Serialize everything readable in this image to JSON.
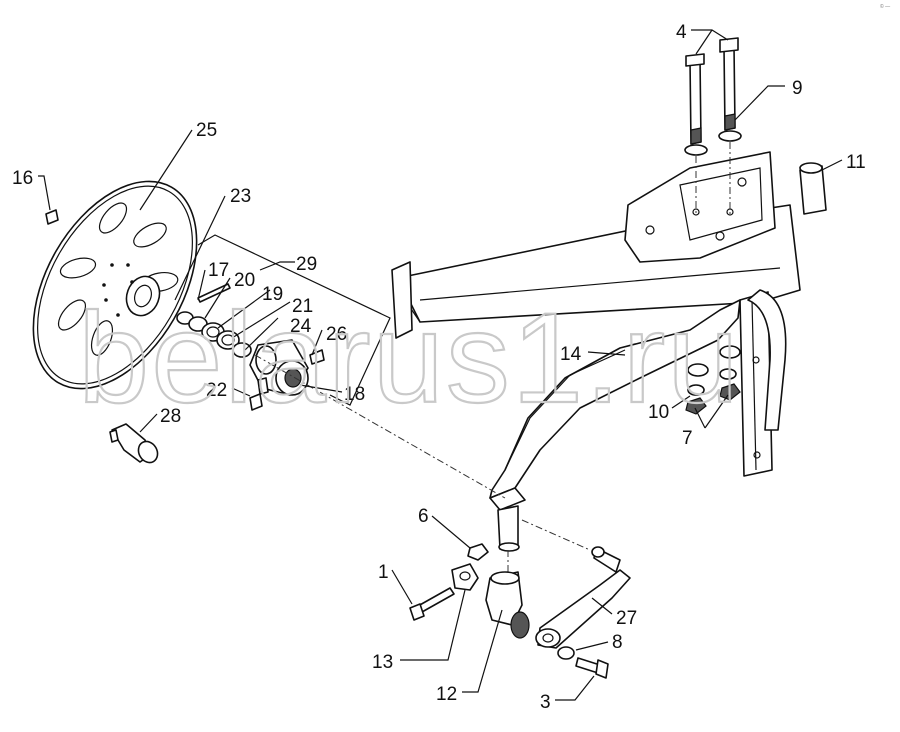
{
  "diagram": {
    "watermark": "belarus1.ru",
    "corner_mark": "© —",
    "callouts": [
      "1",
      "3",
      "4",
      "6",
      "7",
      "8",
      "9",
      "10",
      "11",
      "12",
      "13",
      "14",
      "16",
      "17",
      "18",
      "19",
      "20",
      "21",
      "22",
      "23",
      "24",
      "25",
      "26",
      "27",
      "28",
      "29"
    ]
  }
}
